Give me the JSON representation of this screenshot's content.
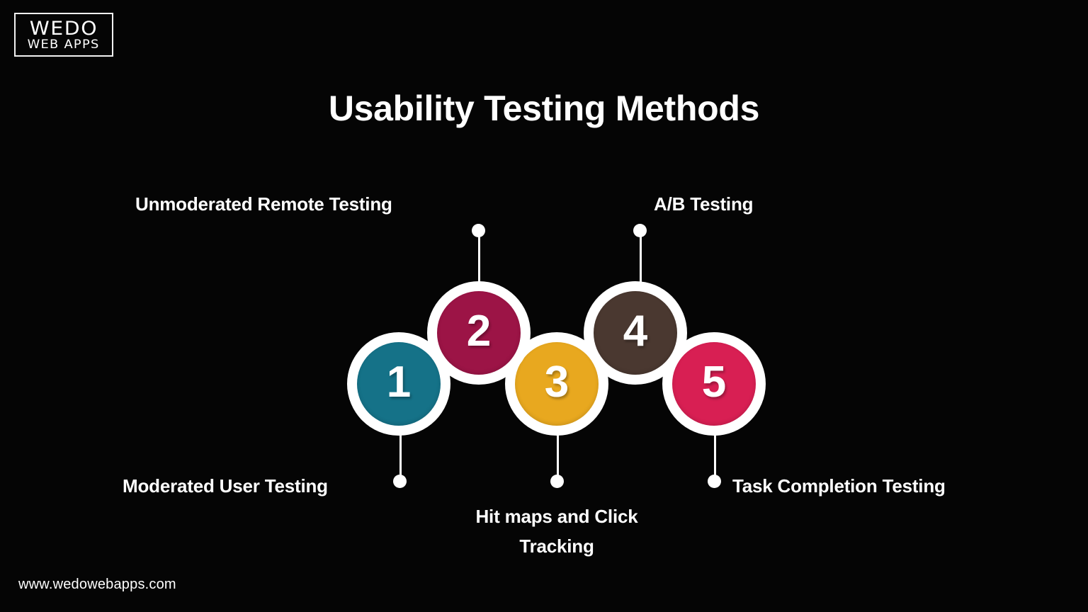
{
  "brand": {
    "logo_line1": "WEDO",
    "logo_line2": "WEB APPS",
    "website": "www.wedowebapps.com"
  },
  "header": {
    "title": "Usability Testing Methods"
  },
  "colors": {
    "background": "#050505",
    "ring": "#ffffff",
    "text": "#ffffff",
    "step1": "#157288",
    "step2": "#9c1446",
    "step3": "#e8a81f",
    "step4": "#4a3830",
    "step5": "#d81f53"
  },
  "steps": [
    {
      "number": "1",
      "label": "Moderated User Testing",
      "color": "#157288",
      "position": "below"
    },
    {
      "number": "2",
      "label": "Unmoderated Remote Testing",
      "color": "#9c1446",
      "position": "above"
    },
    {
      "number": "3",
      "label": "Hit maps and Click Tracking",
      "color": "#e8a81f",
      "position": "below"
    },
    {
      "number": "4",
      "label": "A/B Testing",
      "color": "#4a3830",
      "position": "above"
    },
    {
      "number": "5",
      "label": "Task Completion Testing",
      "color": "#d81f53",
      "position": "below"
    }
  ]
}
